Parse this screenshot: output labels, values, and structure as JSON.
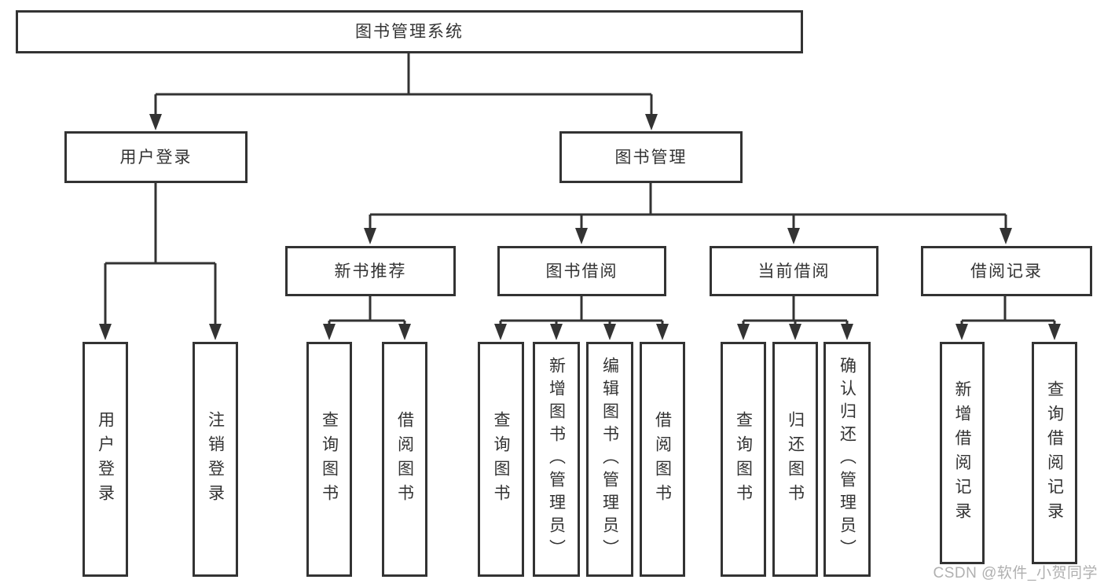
{
  "diagram": {
    "type": "hierarchy",
    "root": {
      "label": "图书管理系统"
    },
    "branches": [
      {
        "label": "用户登录",
        "children": [
          {
            "label": "用户登录"
          },
          {
            "label": "注销登录"
          }
        ]
      },
      {
        "label": "图书管理",
        "children": [
          {
            "label": "新书推荐",
            "children": [
              {
                "label": "查询图书"
              },
              {
                "label": "借阅图书"
              }
            ]
          },
          {
            "label": "图书借阅",
            "children": [
              {
                "label": "查询图书"
              },
              {
                "label": "新增图书（管理员）"
              },
              {
                "label": "编辑图书（管理员）"
              },
              {
                "label": "借阅图书"
              }
            ]
          },
          {
            "label": "当前借阅",
            "children": [
              {
                "label": "查询图书"
              },
              {
                "label": "归还图书"
              },
              {
                "label": "确认归还（管理员）"
              }
            ]
          },
          {
            "label": "借阅记录",
            "children": [
              {
                "label": "新增借阅记录"
              },
              {
                "label": "查询借阅记录"
              }
            ]
          }
        ]
      }
    ]
  },
  "style": {
    "line_color": "#333333",
    "box_border_color": "#333333",
    "text_color": "#333333",
    "background_color": "#ffffff",
    "watermark_color": "#b0b0b0"
  },
  "watermark": {
    "text": "CSDN @软件_小贺同学"
  }
}
